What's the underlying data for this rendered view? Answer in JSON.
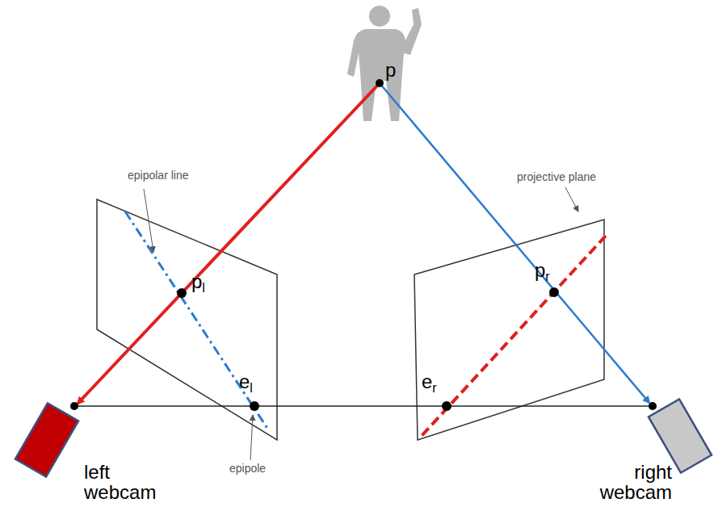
{
  "diagram": {
    "labels": [
      "p",
      "epipolar line",
      "projective plane",
      "pl",
      "el",
      "pr",
      "er",
      "epipole",
      "left webcam",
      "right webcam"
    ]
  }
}
